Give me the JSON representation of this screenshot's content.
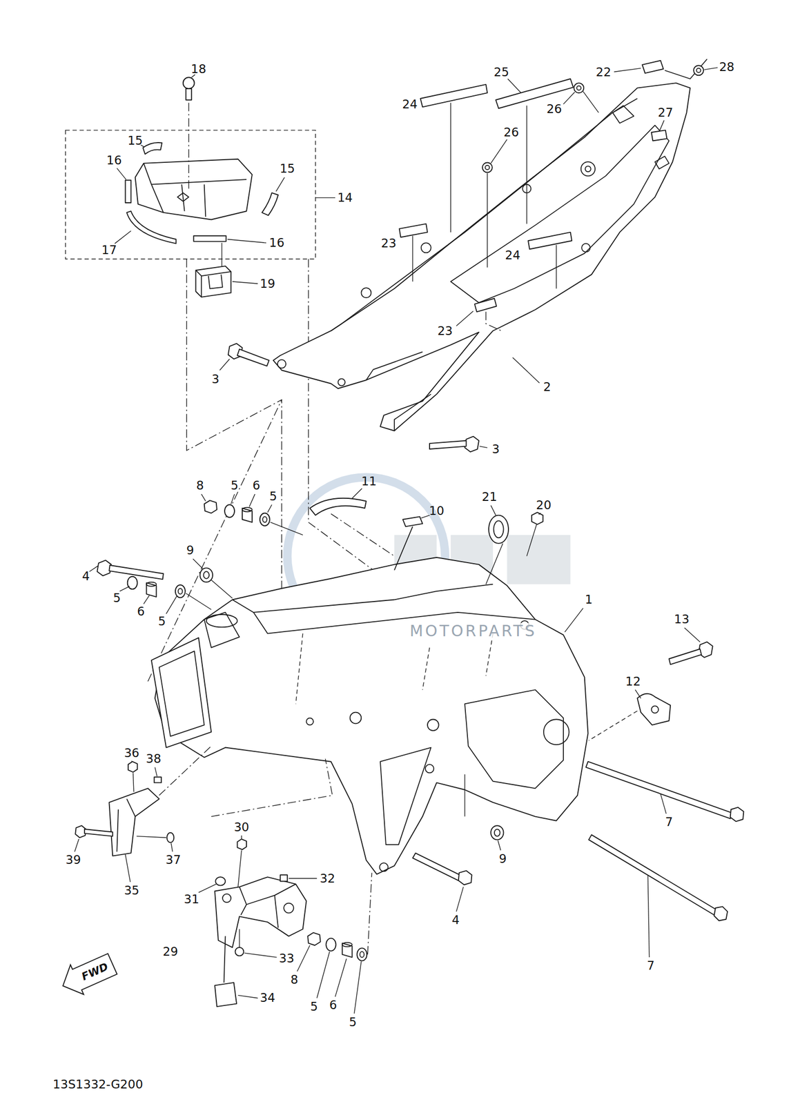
{
  "diagram": {
    "nodes": [
      {
        "text": [
          "FWD"
        ]
      }
    ],
    "labels": [
      "18",
      "15",
      "16",
      "15",
      "14",
      "17",
      "16",
      "19",
      "24",
      "25",
      "22",
      "28",
      "26",
      "27",
      "26",
      "23",
      "24",
      "23",
      "3",
      "2",
      "3",
      "11",
      "10",
      "21",
      "20",
      "8",
      "5",
      "6",
      "5",
      "4",
      "9",
      "5",
      "6",
      "5",
      "1",
      "13",
      "12",
      "MOTORPARTS",
      "36",
      "38",
      "39",
      "37",
      "35",
      "7",
      "9",
      "30",
      "31",
      "32",
      "4",
      "29",
      "33",
      "7",
      "34",
      "8",
      "5",
      "6",
      "5",
      "13S1332-G200"
    ]
  }
}
